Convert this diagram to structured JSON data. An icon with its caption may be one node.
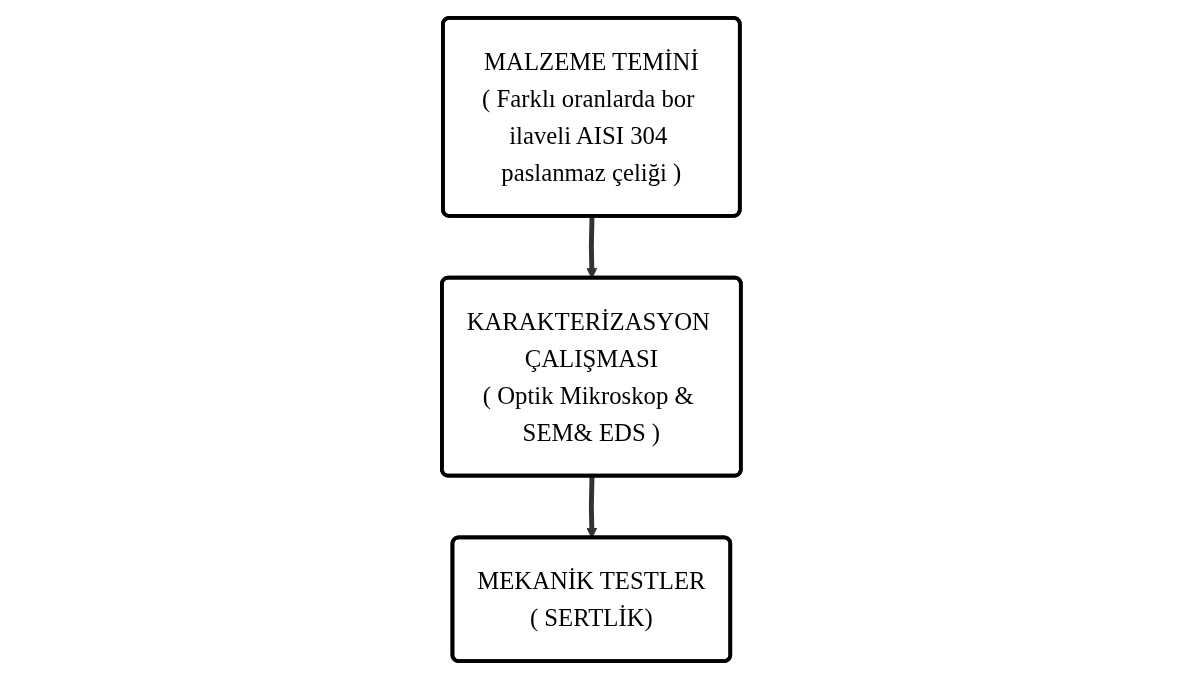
{
  "diagram": {
    "nodes": [
      {
        "text": [
          "MALZEME TEMİNİ",
          "( Farklı oranlarda bor ilaveli AISI 304 paslanmaz çeliği )"
        ]
      },
      {
        "text": [
          "KARAKTERİZASYON ÇALIŞMASI",
          "( Optik Mikroskop & SEM& EDS )"
        ]
      },
      {
        "text": [
          "MEKANİK TESTLER",
          "( SERTLİK)"
        ]
      }
    ],
    "edges": [
      {
        "from": 0,
        "to": 1,
        "arrow": "to"
      },
      {
        "from": 1,
        "to": 2,
        "arrow": "to"
      }
    ]
  }
}
